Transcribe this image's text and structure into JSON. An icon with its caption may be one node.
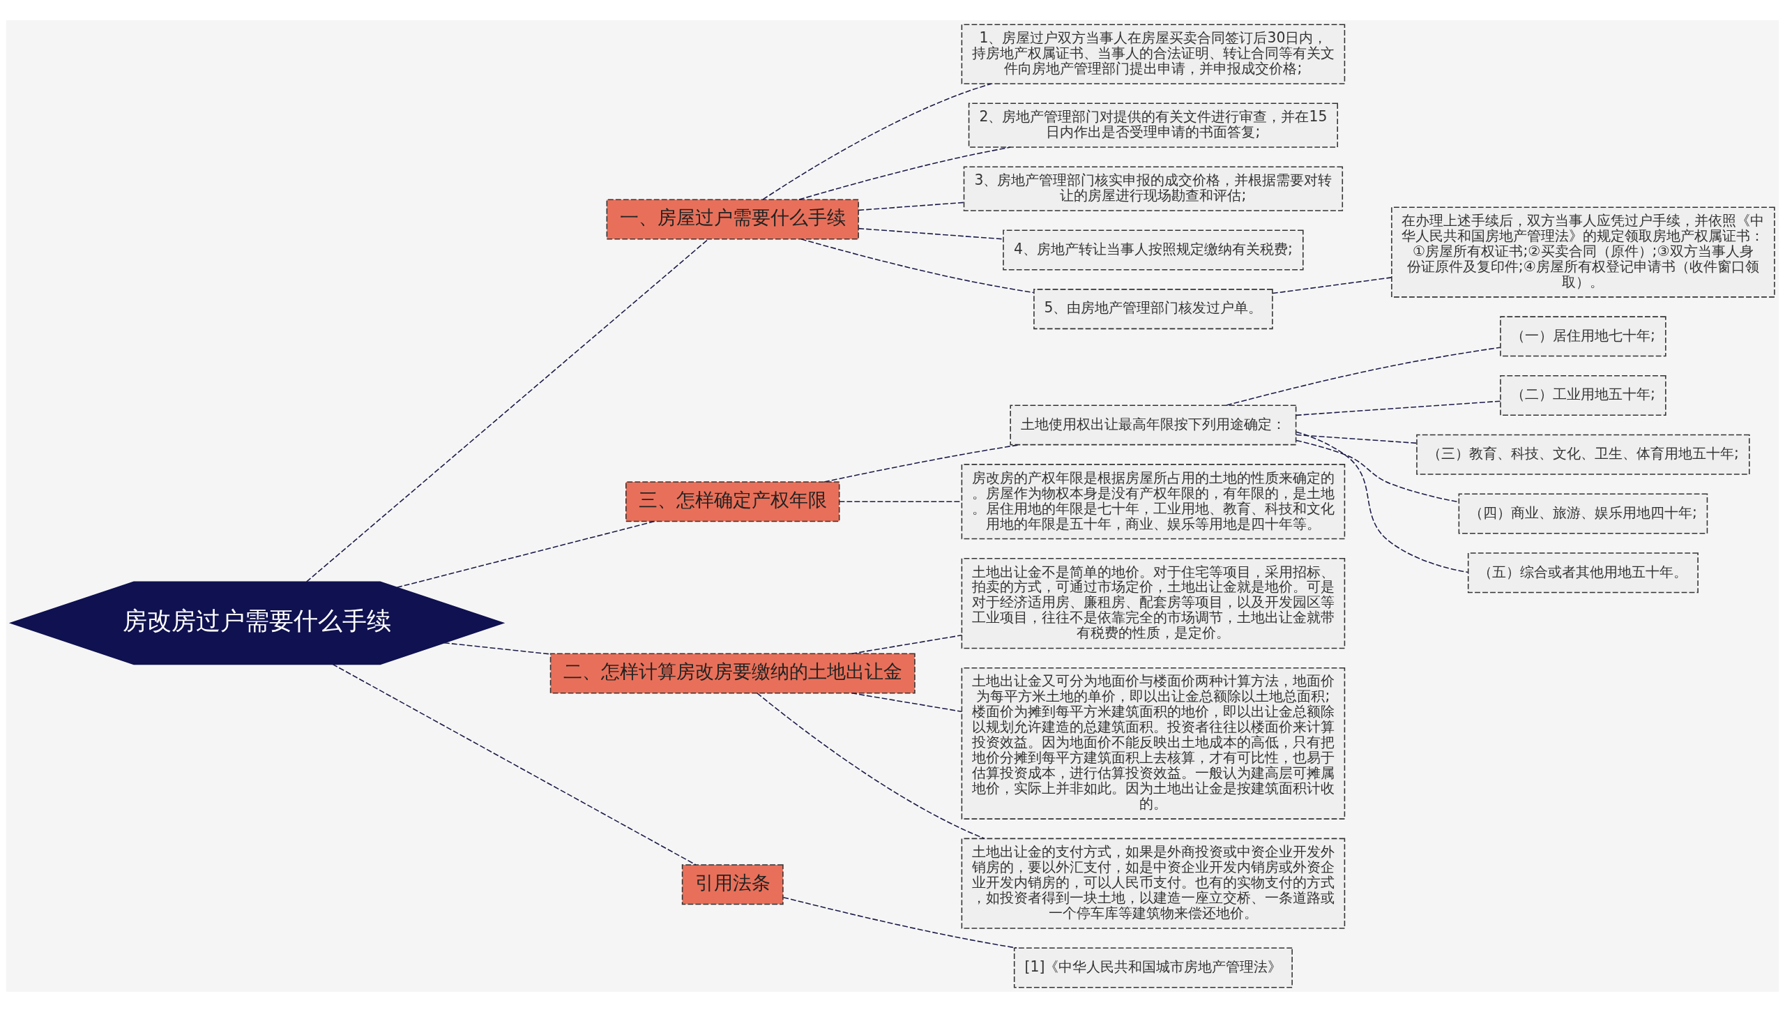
{
  "diagram": {
    "nodes": [
      {
        "text": [
          "房改房过户需要什么手续"
        ]
      },
      {
        "text": [
          "一、房屋过户需要什么手续"
        ]
      },
      {
        "text": [
          "1、房屋过户双方当事人在房屋买卖合同签订后30日内，持房地产权属证书、当事人的合法证明、转让合同等有关文件向房地产管理部门提出申请，并申报成交价格;"
        ]
      },
      {
        "text": [
          "2、房地产管理部门对提供的有关文件进行审查，并在15日内作出是否受理申请的书面答复;"
        ]
      },
      {
        "text": [
          "3、房地产管理部门核实申报的成交价格，并根据需要对转让的房屋进行现场勘查和评估;"
        ]
      },
      {
        "text": [
          "4、房地产转让当事人按照规定缴纳有关税费;"
        ]
      },
      {
        "text": [
          "5、由房地产管理部门核发过户单。"
        ]
      },
      {
        "text": [
          "在办理上述手续后，双方当事人应凭过户手续，并依照《中华人民共和国房地产管理法》的规定领取房地产权属证书：①房屋所有权证书;②买卖合同（原件）;③双方当事人身份证原件及复印件;④房屋所有权登记申请书（收件窗口领取）。"
        ]
      },
      {
        "text": [
          "三、怎样确定产权年限"
        ]
      },
      {
        "text": [
          "土地使用权出让最高年限按下列用途确定："
        ]
      },
      {
        "text": [
          "（一）居住用地七十年;"
        ]
      },
      {
        "text": [
          "（二）工业用地五十年;"
        ]
      },
      {
        "text": [
          "（三）教育、科技、文化、卫生、体育用地五十年;"
        ]
      },
      {
        "text": [
          "（四）商业、旅游、娱乐用地四十年;"
        ]
      },
      {
        "text": [
          "（五）综合或者其他用地五十年。"
        ]
      },
      {
        "text": [
          "房改房的产权年限是根据房屋所占用的土地的性质来确定的。房屋作为物权本身是没有产权年限的，有年限的，是土地。居住用地的年限是七十年，工业用地、教育、科技和文化用地的年限是五十年，商业、娱乐等用地是四十年等。"
        ]
      },
      {
        "text": [
          "二、怎样计算房改房要缴纳的土地出让金"
        ]
      },
      {
        "text": [
          "土地出让金不是简单的地价。对于住宅等项目，采用招标、拍卖的方式，可通过市场定价，土地出让金就是地价。可是对于经济适用房、廉租房、配套房等项目，以及开发园区等工业项目，往往不是依靠完全的市场调节，土地出让金就带有税费的性质，是定价。"
        ]
      },
      {
        "text": [
          "土地出让金又可分为地面价与楼面价两种计算方法，地面价为每平方米土地的单价，即以出让金总额除以土地总面积;楼面价为摊到每平方米建筑面积的地价，即以出让金总额除以规划允许建造的总建筑面积。投资者往往以楼面价来计算投资效益。因为地面价不能反映出土地成本的高低，只有把地价分摊到每平方建筑面积上去核算，才有可比性，也易于估算投资成本，进行估算投资效益。一般认为建高层可摊属地价，实际上并非如此。因为土地出让金是按建筑面积计收的。"
        ]
      },
      {
        "text": [
          "土地出让金的支付方式，如果是外商投资或中资企业开发外销房的，要以外汇支付，如是中资企业开发内销房或外资企业开发内销房的，可以人民币支付。也有的实物支付的方式，如投资者得到一块土地，以建造一座立交桥、一条道路或一个停车库等建筑物来偿还地价。"
        ]
      },
      {
        "text": [
          "引用法条"
        ]
      },
      {
        "text": [
          "[1]《中华人民共和国城市房地产管理法》"
        ]
      }
    ],
    "edges": [
      {
        "from": 0,
        "to": 1,
        "arrow": "none",
        "style": "dashed"
      },
      {
        "from": 1,
        "to": 2,
        "arrow": "none",
        "style": "dashed"
      },
      {
        "from": 1,
        "to": 3,
        "arrow": "none",
        "style": "dashed"
      },
      {
        "from": 1,
        "to": 4,
        "arrow": "none",
        "style": "dashed"
      },
      {
        "from": 1,
        "to": 5,
        "arrow": "none",
        "style": "dashed"
      },
      {
        "from": 1,
        "to": 6,
        "arrow": "none",
        "style": "dashed"
      },
      {
        "from": 6,
        "to": 7,
        "arrow": "none",
        "style": "dashed"
      },
      {
        "from": 0,
        "to": 8,
        "arrow": "none",
        "style": "dashed"
      },
      {
        "from": 8,
        "to": 9,
        "arrow": "none",
        "style": "dashed"
      },
      {
        "from": 9,
        "to": 10,
        "arrow": "none",
        "style": "dashed"
      },
      {
        "from": 9,
        "to": 11,
        "arrow": "none",
        "style": "dashed"
      },
      {
        "from": 9,
        "to": 12,
        "arrow": "none",
        "style": "dashed"
      },
      {
        "from": 9,
        "to": 13,
        "arrow": "none",
        "style": "dashed"
      },
      {
        "from": 9,
        "to": 14,
        "arrow": "none",
        "style": "dashed"
      },
      {
        "from": 8,
        "to": 15,
        "arrow": "none",
        "style": "dashed"
      },
      {
        "from": 0,
        "to": 16,
        "arrow": "none",
        "style": "dashed"
      },
      {
        "from": 16,
        "to": 17,
        "arrow": "none",
        "style": "dashed"
      },
      {
        "from": 16,
        "to": 18,
        "arrow": "none",
        "style": "dashed"
      },
      {
        "from": 16,
        "to": 19,
        "arrow": "none",
        "style": "dashed"
      },
      {
        "from": 0,
        "to": 20,
        "arrow": "none",
        "style": "dashed"
      },
      {
        "from": 20,
        "to": 21,
        "arrow": "none",
        "style": "dashed"
      }
    ]
  }
}
